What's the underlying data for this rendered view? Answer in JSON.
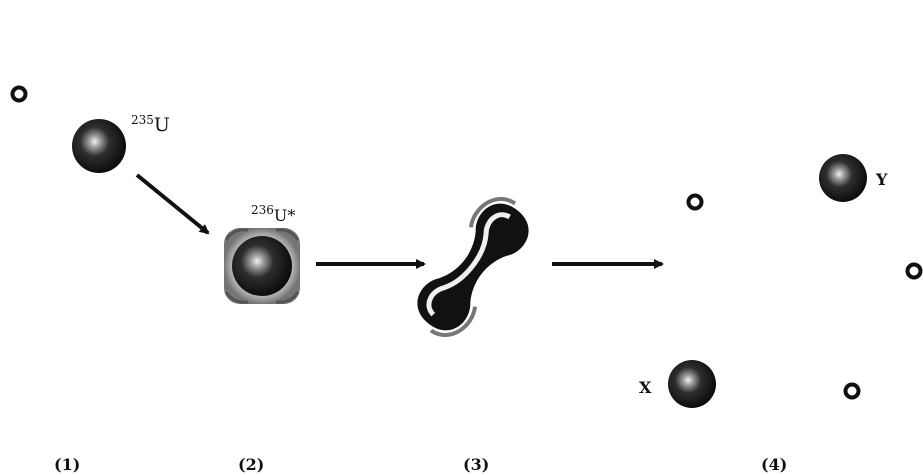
{
  "labels": {
    "u235_mass": "235",
    "u235_symbol": "U",
    "u236_mass": "236",
    "u236_symbol": "U*",
    "fragment_x": "X",
    "fragment_y": "Y"
  },
  "steps": [
    "(1)",
    "(2)",
    "(3)",
    "(4)"
  ]
}
